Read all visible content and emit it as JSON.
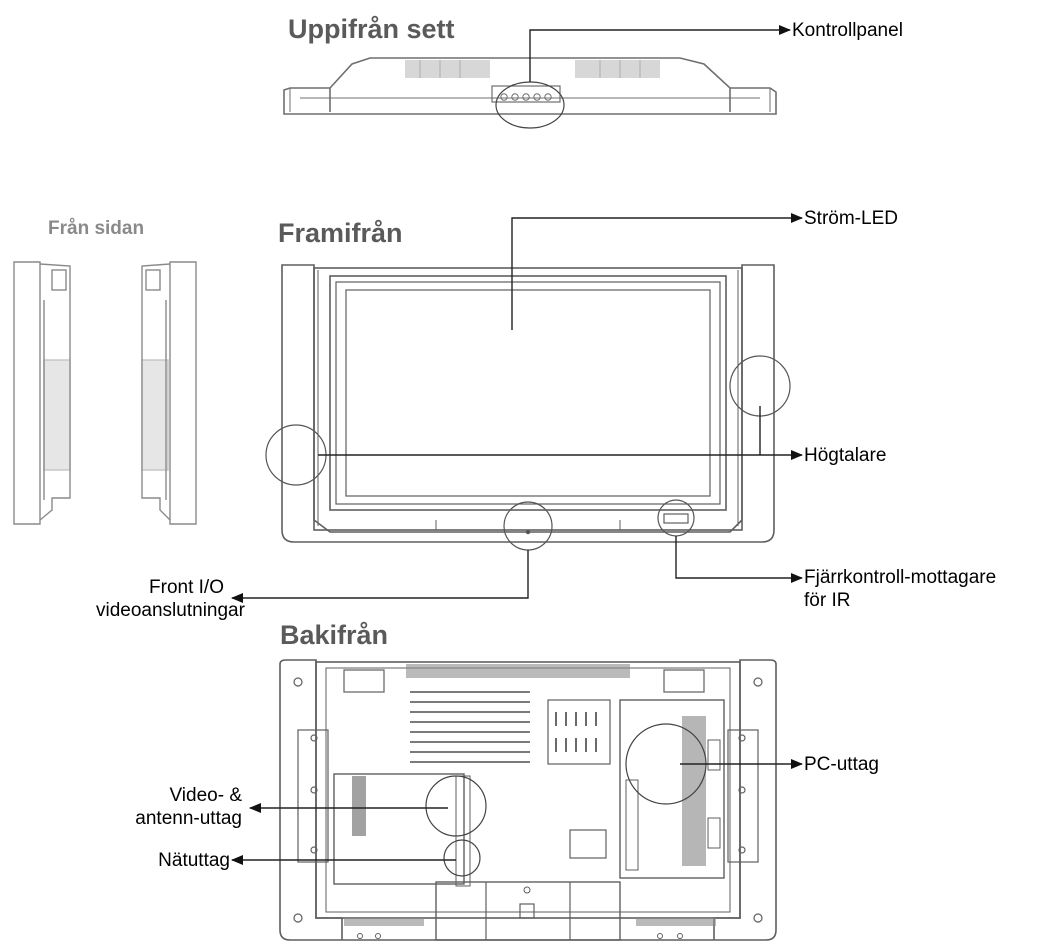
{
  "headings": {
    "top": "Uppifrån sett",
    "side": "Från sidan",
    "front": "Framifrån",
    "back": "Bakifrån"
  },
  "callouts": {
    "control_panel": "Kontrollpanel",
    "power_led": "Ström-LED",
    "speaker": "Högtalare",
    "ir_receiver_line1": "Fjärrkontroll-mottagare",
    "ir_receiver_line2": "för IR",
    "front_io_line1": "Front I/O",
    "front_io_line2": "videoanslutningar",
    "pc_port": "PC-uttag",
    "video_line1": "Video- &",
    "video_line2": "antenn-uttag",
    "mains": "Nätuttag"
  },
  "colors": {
    "line": "#222222",
    "device": "#6f6f6f",
    "device_light": "#a8a8a8",
    "heading": "#5a5a5a"
  }
}
